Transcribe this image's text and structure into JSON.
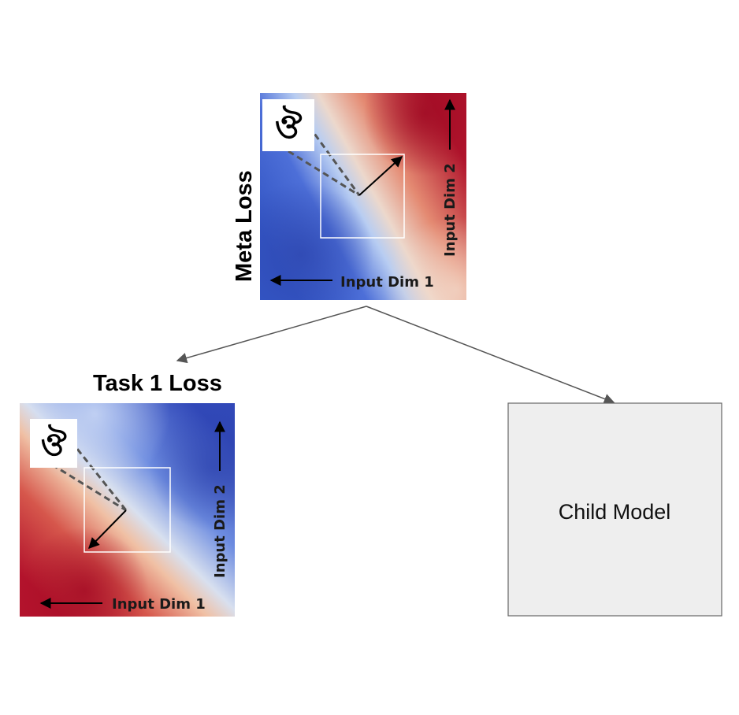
{
  "meta_panel": {
    "title": "Meta Loss",
    "x_axis_label": "Input Dim 1",
    "y_axis_label": "Input Dim 2",
    "glyph": "ঔ"
  },
  "task_panel": {
    "title": "Task 1 Loss",
    "x_axis_label": "Input Dim 1",
    "y_axis_label": "Input Dim 2",
    "glyph": "ঔ"
  },
  "child_model": {
    "label": "Child Model"
  },
  "colors": {
    "cold": "#3b4cc0",
    "neutral": "#dde3ee",
    "hot": "#b40426",
    "child_fill": "#eeeeee",
    "connector": "#555555"
  },
  "icons": [
    "bengali-character-icon",
    "arrow-icon"
  ]
}
